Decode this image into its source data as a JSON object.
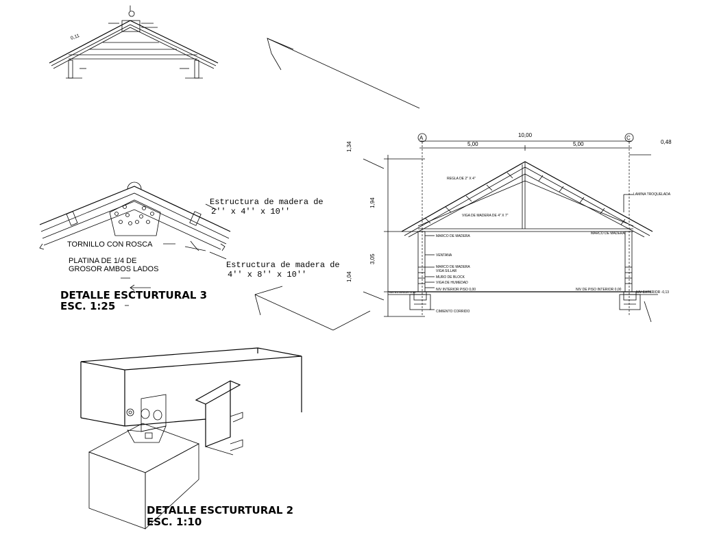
{
  "detail3": {
    "label_wood_top_line1": "Estructura de madera de",
    "label_wood_top_line2": "2'' x 4'' x 10''",
    "label_wood_bottom_line1": "Estructura de madera de",
    "label_wood_bottom_line2": "4'' x 8'' x 10''",
    "label_bolt": "TORNILLO CON ROSCA",
    "label_plate_line1": "PLATINA DE 1/4 DE",
    "label_plate_line2": "GROSOR AMBOS LADOS",
    "title": "DETALLE ESCTURTURAL 3",
    "scale": "ESC. 1:25"
  },
  "detail2": {
    "title": "DETALLE ESCTURTURAL 2",
    "scale": "ESC. 1:10"
  },
  "section": {
    "axis_a": "A",
    "axis_c": "C",
    "dim_total": "10,00",
    "dim_left": "5,00",
    "dim_right": "5,00",
    "dim_overhang": "0,48",
    "dim_v1": "1,34",
    "dim_v2": "1,94",
    "dim_v3": "3,05",
    "dim_v4": "1,04",
    "label_ridge_board": "REGLA DE 2\" X 4\"",
    "label_beam": "VIGA DE MADERA DE 4\" X 7\"",
    "label_tile": "LAMINA TROQUELADA",
    "label_frame_left": "MARCO DE MADERA",
    "label_frame_right": "MARCO DE MADERA",
    "label_window": "VENTANA",
    "label_frame2": "MARCO DE MADERA",
    "label_sill": "VIGA SILLAR",
    "label_block": "MURO DE BLOCK",
    "label_humidity": "VIGA DE HUMEDAD",
    "label_floor_int": "NIV INTERIOR PISO 0,00",
    "label_floor_int2": "NIV DE PISO INTERIOR 0,00",
    "label_ext": "NIV EXTERIOR -0,13",
    "label_ext_left": "NIV EXTERIOR -0,13",
    "label_foundation": "CIMIENTO CORRIDO"
  },
  "small_roof": {
    "dim_slope": "0,11"
  }
}
